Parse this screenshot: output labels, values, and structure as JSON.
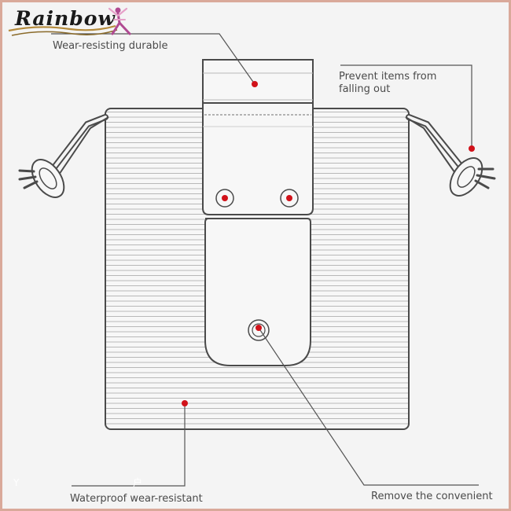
{
  "brand": {
    "name": "Rainbow",
    "icon": "yoga-figure-icon"
  },
  "annotations": {
    "top_left": "Wear-resisting durable",
    "top_right": "Prevent items from\nfalling out",
    "bottom_left": "Waterproof wear-resistant",
    "bottom_right": "Remove the convenient"
  },
  "marker_color": "#d1121a",
  "line_color": "#555555",
  "bag_outline_color": "#4a4a4a",
  "stray_marks": {
    "left": "Y",
    "center": "户"
  }
}
